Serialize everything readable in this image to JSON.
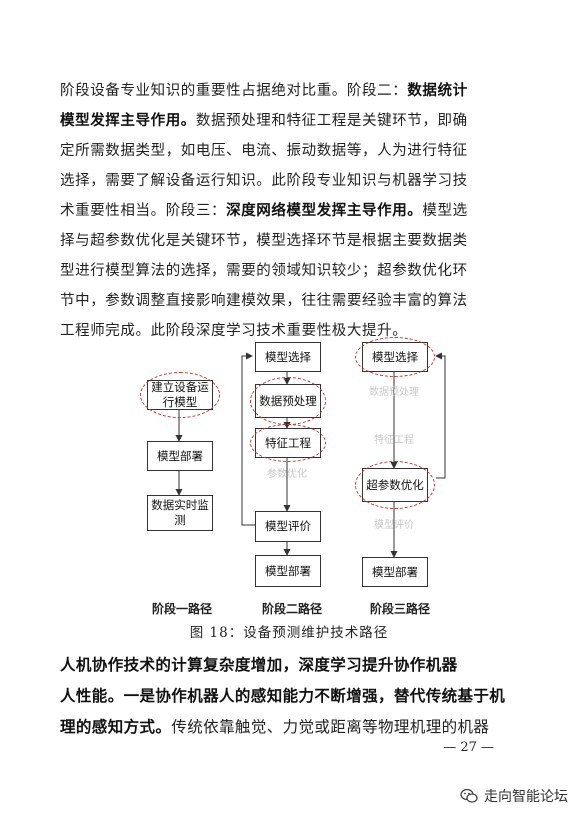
{
  "paragraph1": {
    "lines": [
      [
        {
          "t": "阶段设备专业知识的重要性占据绝对比重。阶段二：",
          "b": false
        },
        {
          "t": "数据统计",
          "b": true
        }
      ],
      [
        {
          "t": "模型发挥主导作用。",
          "b": true
        },
        {
          "t": "数据预处理和特征工程是关键环节，即确",
          "b": false
        }
      ],
      [
        {
          "t": "定所需数据类型，如电压、电流、振动数据等，人为进行特征",
          "b": false
        }
      ],
      [
        {
          "t": "选择，需要了解设备运行知识。此阶段专业知识与机器学习技",
          "b": false
        }
      ],
      [
        {
          "t": "术重要性相当。阶段三：",
          "b": false
        },
        {
          "t": "深度网络模型发挥主导作用。",
          "b": true
        },
        {
          "t": "模型选",
          "b": false
        }
      ],
      [
        {
          "t": "择与超参数优化是关键环节，模型选择环节是根据主要数据类",
          "b": false
        }
      ],
      [
        {
          "t": "型进行模型算法的选择，需要的领域知识较少；超参数优化环",
          "b": false
        }
      ],
      [
        {
          "t": "节中，参数调整直接影响建模效果，往往需要经验丰富的算法",
          "b": false
        }
      ],
      [
        {
          "t": "工程师完成。此阶段深度学习技术重要性极大提升。",
          "b": false
        }
      ]
    ]
  },
  "diagram": {
    "path1": {
      "label": "阶段一路径",
      "boxes": [
        "建立设备运行模型",
        "模型部署",
        "数据实时监测"
      ]
    },
    "path2": {
      "label": "阶段二路径",
      "boxes": [
        "模型选择",
        "数据预处理",
        "特征工程",
        "模型评价",
        "模型部署"
      ],
      "faint": [
        "参数优化"
      ]
    },
    "path3": {
      "label": "阶段三路径",
      "boxes": [
        "模型选择",
        "超参数优化",
        "模型部署"
      ],
      "faint": [
        "数据预处理",
        "特征工程",
        "模型评价"
      ]
    }
  },
  "caption": "图 18：设备预测维护技术路径",
  "paragraph2": {
    "lines": [
      [
        {
          "t": "人机协作技术的计算复杂度增加，深度学习提升协作机器",
          "b": true
        }
      ],
      [
        {
          "t": "人性能。一是协作机器人的感知能力不断增强，替代传统基于机",
          "b": true
        }
      ],
      [
        {
          "t": "理的感知方式。",
          "b": true
        },
        {
          "t": "传统依靠触觉、力觉或距离等物理机理的机器",
          "b": false
        }
      ]
    ]
  },
  "page_number": "— 27 —",
  "watermark": "走向智能论坛"
}
